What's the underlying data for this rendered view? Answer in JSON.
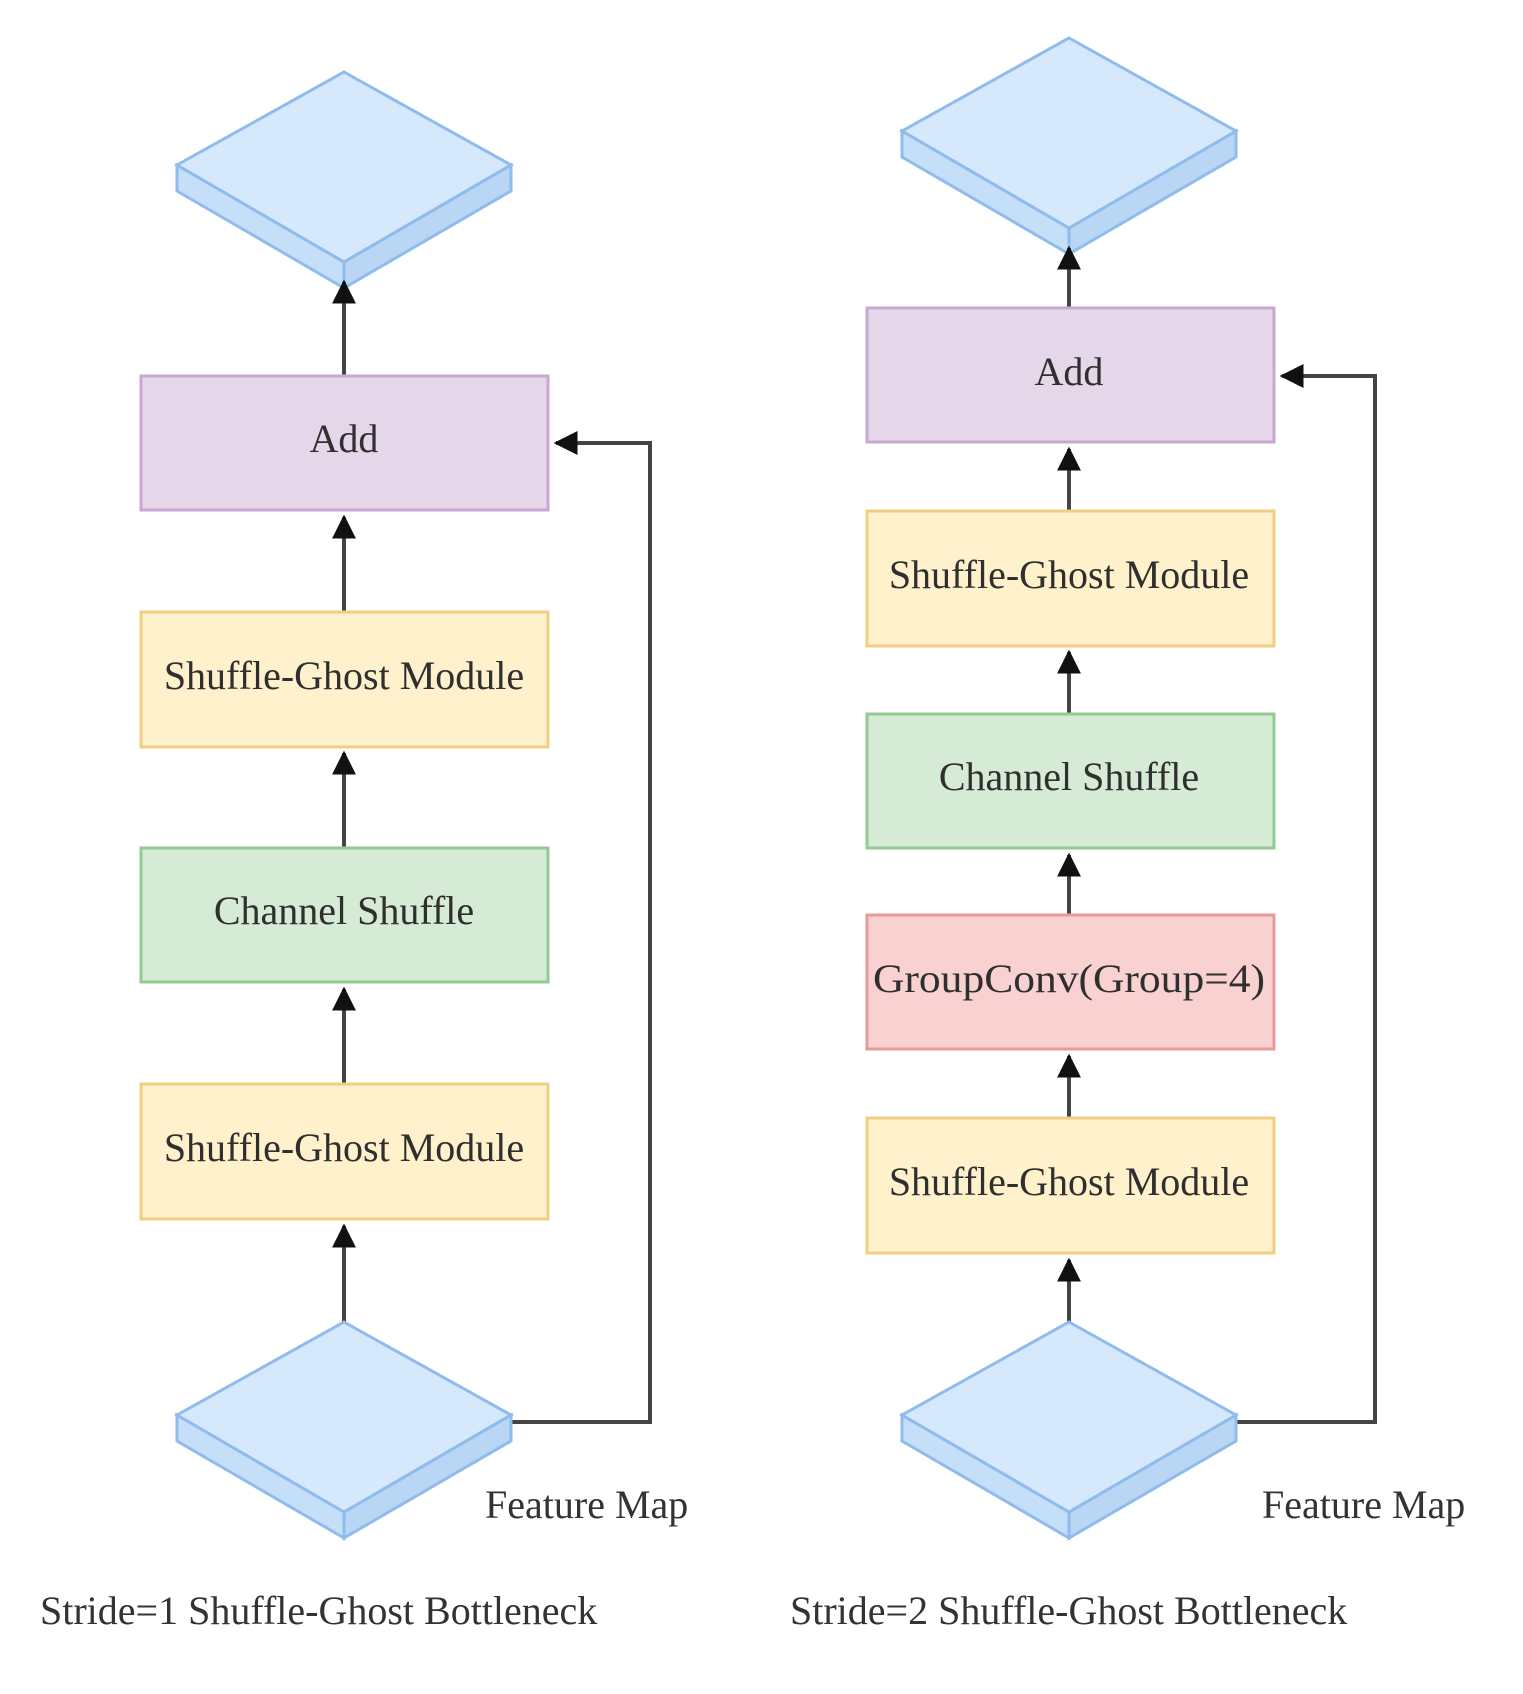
{
  "colors": {
    "add_fill": "#e6d6ea",
    "add_stroke": "#c9a7d4",
    "module_fill": "#fff1cc",
    "module_stroke": "#f0cf82",
    "shuffle_fill": "#d6ebd6",
    "shuffle_stroke": "#93c993",
    "groupconv_fill": "#f9d1d1",
    "groupconv_stroke": "#e89a9a",
    "feature_map_fill": "#d6e8fb",
    "feature_map_stroke": "#8fbcec",
    "arrow": "#444444"
  },
  "diagrams": [
    {
      "id": "stride1",
      "caption": "Stride=1 Shuffle-Ghost Bottleneck",
      "input_label": "Feature Map",
      "blocks_top_to_bottom": [
        {
          "label": "Add",
          "kind": "add"
        },
        {
          "label": "Shuffle-Ghost Module",
          "kind": "module"
        },
        {
          "label": "Channel Shuffle",
          "kind": "shuffle"
        },
        {
          "label": "Shuffle-Ghost Module",
          "kind": "module"
        }
      ]
    },
    {
      "id": "stride2",
      "caption": "Stride=2 Shuffle-Ghost Bottleneck",
      "input_label": "Feature Map",
      "blocks_top_to_bottom": [
        {
          "label": "Add",
          "kind": "add"
        },
        {
          "label": "Shuffle-Ghost Module",
          "kind": "module"
        },
        {
          "label": "Channel Shuffle",
          "kind": "shuffle"
        },
        {
          "label": "GroupConv(Group=4)",
          "kind": "groupconv"
        },
        {
          "label": "Shuffle-Ghost Module",
          "kind": "module"
        }
      ]
    }
  ]
}
